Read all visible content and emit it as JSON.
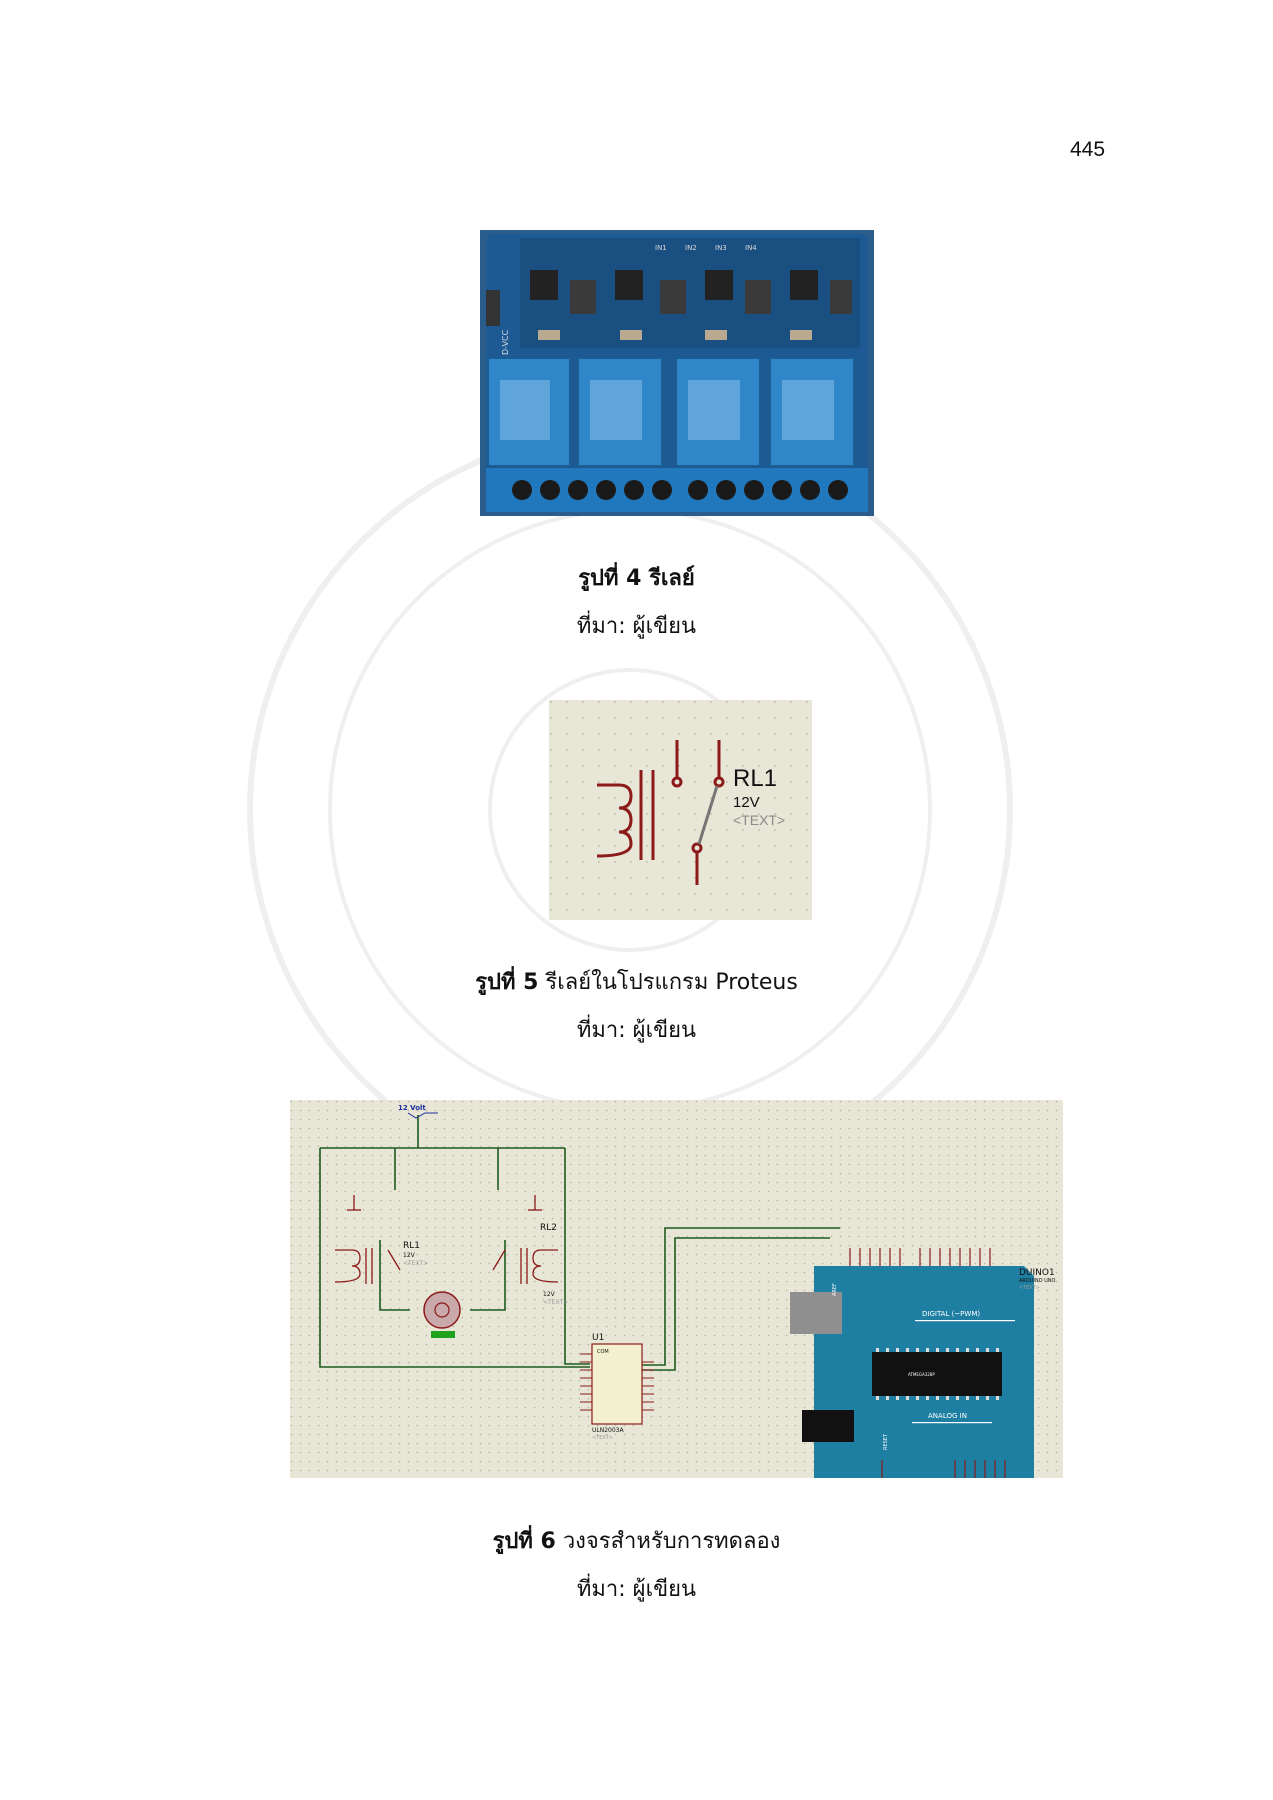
{
  "page": {
    "number": "445"
  },
  "figures": [
    {
      "id": "fig4",
      "caption_prefix": "รูปที่ 4",
      "caption_text": " รีเลย์",
      "caption_bold_all": true,
      "source": "ที่มา: ผู้เขียน",
      "board_labels": [
        "IN1",
        "IN2",
        "IN3",
        "IN4"
      ],
      "side_label": "D-VCC",
      "image_type": "photo-4-channel-relay-module"
    },
    {
      "id": "fig5",
      "caption_prefix": "รูปที่ 5",
      "caption_text": " รีเลย์ในโปรแกรม Proteus",
      "source": "ที่มา: ผู้เขียน",
      "relay": {
        "ref": "RL1",
        "value": "12V",
        "text": "<TEXT>"
      }
    },
    {
      "id": "fig6",
      "caption_prefix": "รูปที่ 6",
      "caption_text": " วงจรสำหรับการทดลอง",
      "source": "ที่มา: ผู้เขียน",
      "schematic": {
        "power_label": "12 Volt",
        "relay1": {
          "ref": "RL1",
          "value": "12V",
          "text": "<TEXT>"
        },
        "relay2": {
          "ref": "RL2",
          "value": "12V",
          "text": "<TEXT>"
        },
        "driver": {
          "ref": "U1",
          "part": "ULN2003A",
          "com": "COM",
          "text": "<TEXT>"
        },
        "arduino": {
          "ref": "DUINO1",
          "part": "ARDUINO UNO",
          "text": "<TEXT>",
          "digital_label": "DIGITAL (~PWM)",
          "analog_label": "ANALOG IN",
          "chip": "ATMEGA328P",
          "reset": "RESET",
          "aref": "AREF"
        }
      }
    }
  ],
  "colors": {
    "schematic_bg": "#e8e6d6",
    "wire": "#1e5a1e",
    "relay_red": "#8b1a1a",
    "arduino_blue": "#1e7fa3",
    "board_blue": "#1f5f9a"
  }
}
